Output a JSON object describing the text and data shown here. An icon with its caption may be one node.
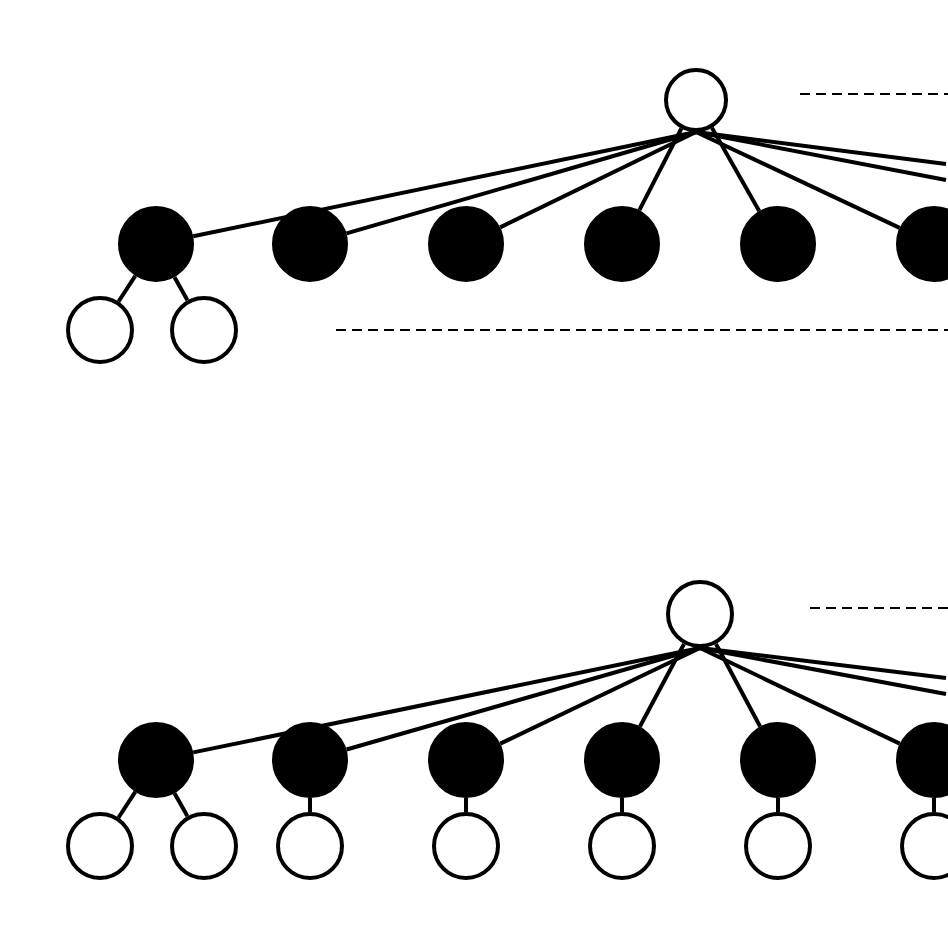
{
  "diagram": {
    "nodes": [
      {
        "text": [],
        "shape": "circle"
      },
      {
        "text": [],
        "shape": "circle"
      },
      {
        "text": [],
        "shape": "circle"
      },
      {
        "text": [],
        "shape": "circle"
      },
      {
        "text": [],
        "shape": "circle"
      },
      {
        "text": [],
        "shape": "circle"
      },
      {
        "text": [],
        "shape": "circle"
      },
      {
        "text": [],
        "shape": "circle"
      },
      {
        "text": [],
        "shape": "circle"
      },
      {
        "text": [],
        "shape": "circle"
      },
      {
        "text": [],
        "shape": "circle"
      },
      {
        "text": [],
        "shape": "circle"
      },
      {
        "text": [],
        "shape": "circle"
      },
      {
        "text": [],
        "shape": "circle"
      },
      {
        "text": [],
        "shape": "circle"
      },
      {
        "text": [],
        "shape": "circle"
      },
      {
        "text": [],
        "shape": "circle"
      },
      {
        "text": [],
        "shape": "circle"
      },
      {
        "text": [],
        "shape": "circle"
      },
      {
        "text": [],
        "shape": "circle"
      },
      {
        "text": [],
        "shape": "circle"
      },
      {
        "text": [],
        "shape": "circle"
      },
      {
        "text": [],
        "shape": "circle"
      }
    ],
    "edges": [
      {
        "from": 0,
        "to": 1,
        "arrow": "none"
      },
      {
        "from": 0,
        "to": 2,
        "arrow": "none"
      },
      {
        "from": 0,
        "to": 3,
        "arrow": "none"
      },
      {
        "from": 0,
        "to": 4,
        "arrow": "none"
      },
      {
        "from": 0,
        "to": 5,
        "arrow": "none"
      },
      {
        "from": 0,
        "to": 6,
        "arrow": "none"
      },
      {
        "from": 0,
        "to": null,
        "arrow": "none"
      },
      {
        "from": 0,
        "to": null,
        "arrow": "none"
      },
      {
        "from": 1,
        "to": 7,
        "arrow": "none"
      },
      {
        "from": 1,
        "to": 8,
        "arrow": "none"
      },
      {
        "from": 9,
        "to": 10,
        "arrow": "none"
      },
      {
        "from": 9,
        "to": 11,
        "arrow": "none"
      },
      {
        "from": 9,
        "to": 12,
        "arrow": "none"
      },
      {
        "from": 9,
        "to": 13,
        "arrow": "none"
      },
      {
        "from": 9,
        "to": 14,
        "arrow": "none"
      },
      {
        "from": 9,
        "to": 15,
        "arrow": "none"
      },
      {
        "from": 9,
        "to": null,
        "arrow": "none"
      },
      {
        "from": 9,
        "to": null,
        "arrow": "none"
      },
      {
        "from": 10,
        "to": 16,
        "arrow": "none"
      },
      {
        "from": 10,
        "to": 17,
        "arrow": "none"
      },
      {
        "from": 11,
        "to": 18,
        "arrow": "none"
      },
      {
        "from": 12,
        "to": 19,
        "arrow": "none"
      },
      {
        "from": 13,
        "to": 20,
        "arrow": "none"
      },
      {
        "from": 14,
        "to": 21,
        "arrow": "none"
      },
      {
        "from": 15,
        "to": 22,
        "arrow": "none"
      }
    ]
  }
}
